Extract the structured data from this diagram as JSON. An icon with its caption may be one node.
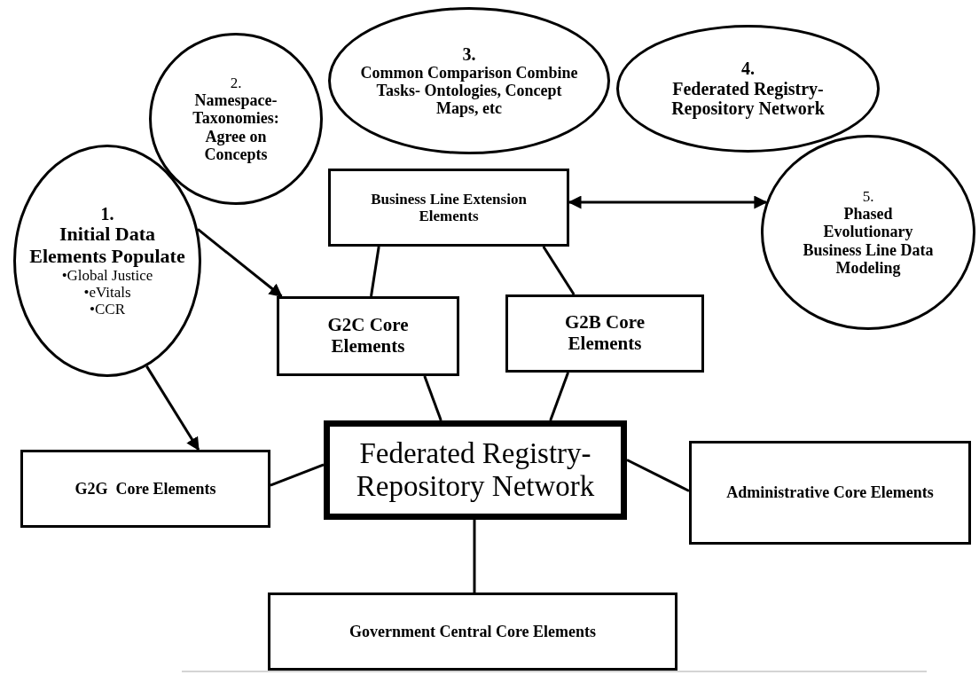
{
  "diagram": {
    "nodes": [
      {
        "text": [
          "1.",
          "Initial Data Elements Populate",
          "•Global Justice",
          "•eVitals",
          "•CCR"
        ]
      },
      {
        "text": [
          "2.",
          "Namespace- Taxonomies: Agree on Concepts"
        ]
      },
      {
        "text": [
          "3.",
          "Common Comparison Combine Tasks- Ontologies, Concept Maps, etc"
        ]
      },
      {
        "text": [
          "4.",
          "Federated Registry- Repository Network"
        ]
      },
      {
        "text": [
          "5.",
          "Phased Evolutionary Business Line Data Modeling"
        ]
      },
      {
        "text": [
          "Business Line Extension Elements"
        ]
      },
      {
        "text": [
          "G2C Core Elements"
        ]
      },
      {
        "text": [
          "G2B Core Elements"
        ]
      },
      {
        "text": [
          "Federated Registry- Repository Network"
        ]
      },
      {
        "text": [
          "G2G  Core Elements"
        ]
      },
      {
        "text": [
          "Administrative Core Elements"
        ]
      },
      {
        "text": [
          "Government Central Core Elements"
        ]
      }
    ],
    "edges": [
      {
        "from": 0,
        "to": 6,
        "arrow": "to"
      },
      {
        "from": 0,
        "to": 9,
        "arrow": "to"
      },
      {
        "from": 5,
        "to": 4,
        "arrow": "both"
      },
      {
        "from": 5,
        "to": 6,
        "arrow": "none"
      },
      {
        "from": 5,
        "to": 7,
        "arrow": "none"
      },
      {
        "from": 6,
        "to": 8,
        "arrow": "none"
      },
      {
        "from": 7,
        "to": 8,
        "arrow": "none"
      },
      {
        "from": 9,
        "to": 8,
        "arrow": "none"
      },
      {
        "from": 8,
        "to": 10,
        "arrow": "none"
      },
      {
        "from": 8,
        "to": 11,
        "arrow": "none"
      }
    ]
  }
}
